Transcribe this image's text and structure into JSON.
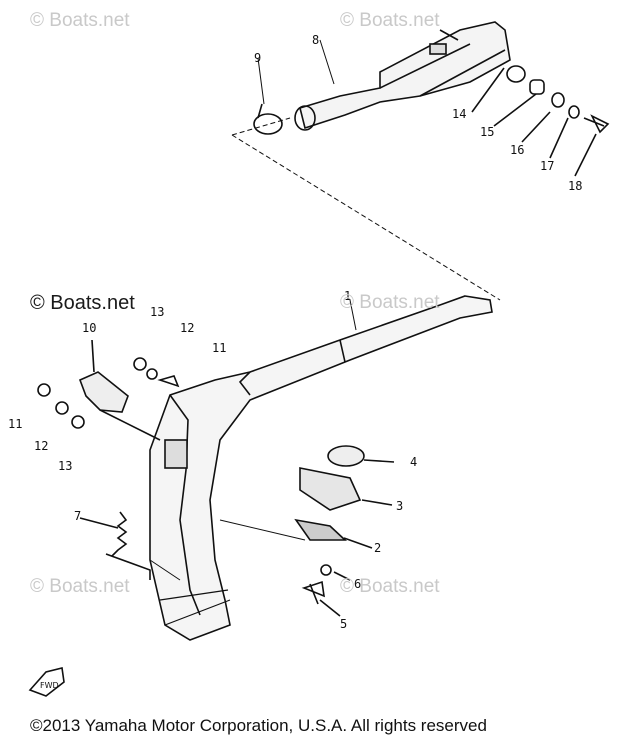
{
  "watermarks": [
    "© Boats.net",
    "© Boats.net",
    "© Boats.net",
    "© Boats.net",
    "© Boats.net",
    "© Boats.net"
  ],
  "copyright": "©2013 Yamaha Motor Corporation, U.S.A. All rights reserved",
  "fwd_label": "FWD",
  "callouts": [
    "1",
    "2",
    "3",
    "4",
    "5",
    "6",
    "7",
    "8",
    "9",
    "10",
    "11",
    "12",
    "13",
    "11",
    "12",
    "13",
    "14",
    "15",
    "16",
    "17",
    "18"
  ]
}
